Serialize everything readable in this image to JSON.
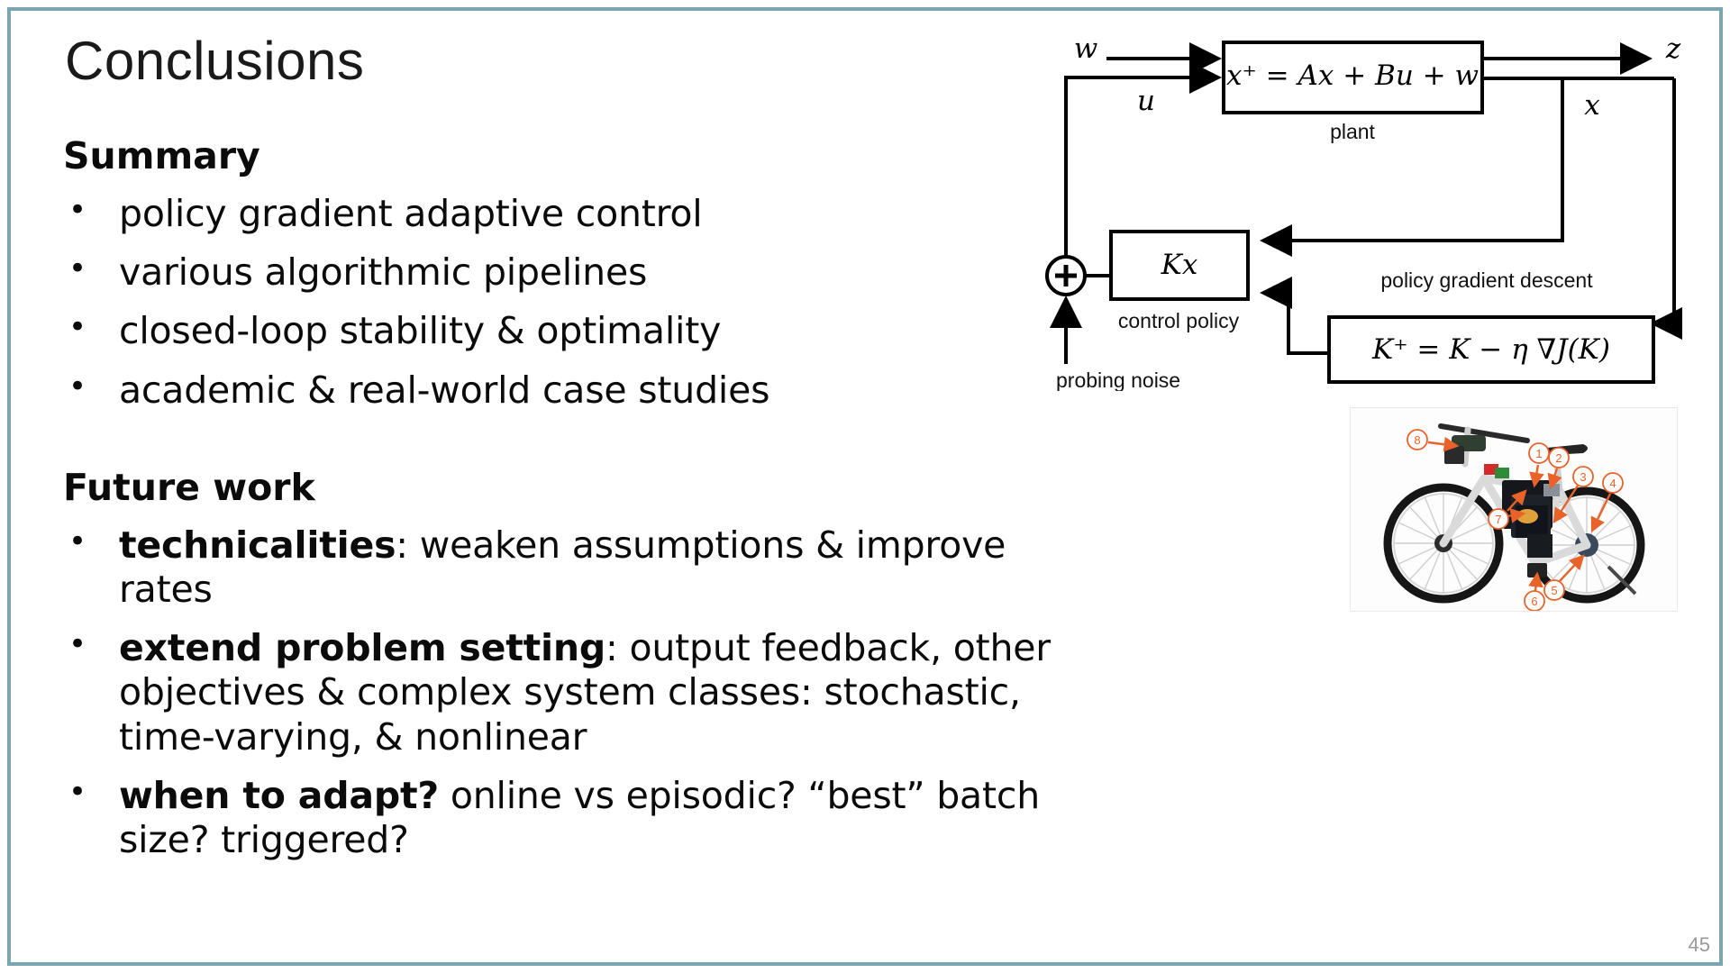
{
  "slide": {
    "title": "Conclusions",
    "page_number": "45",
    "frame_color": "#7ba6b1"
  },
  "summary": {
    "heading": "Summary",
    "bullet_glyph": "•",
    "items": [
      "policy gradient adaptive control",
      "various algorithmic pipelines",
      "closed-loop stability & optimality",
      "academic & real-world case studies"
    ]
  },
  "future_work": {
    "heading": "Future work",
    "bullet_glyph": "•",
    "items": [
      {
        "lead": "technicalities",
        "rest": ": weaken assumptions & improve rates"
      },
      {
        "lead": "extend problem setting",
        "rest": ": output feedback, other objectives & complex system classes: stochastic, time-varying, & nonlinear"
      },
      {
        "lead": "when to adapt?",
        "rest": " online vs episodic? “best” batch size? triggered?"
      }
    ]
  },
  "diagram": {
    "plant_equation": "x⁺ = Ax + Bu + w",
    "plant_label": "plant",
    "policy_equation": "Kx",
    "policy_label": "control policy",
    "update_equation": "K⁺ = K − η ∇J(K)",
    "update_label": "policy gradient descent",
    "noise_label": "probing noise",
    "signal_w": "w",
    "signal_u": "u",
    "signal_x": "x",
    "signal_z": "z",
    "sum_glyph": "+"
  },
  "bike_figure": {
    "callouts": [
      "1",
      "2",
      "3",
      "4",
      "5",
      "6",
      "7",
      "8"
    ],
    "callout_color": "#e8622a"
  }
}
